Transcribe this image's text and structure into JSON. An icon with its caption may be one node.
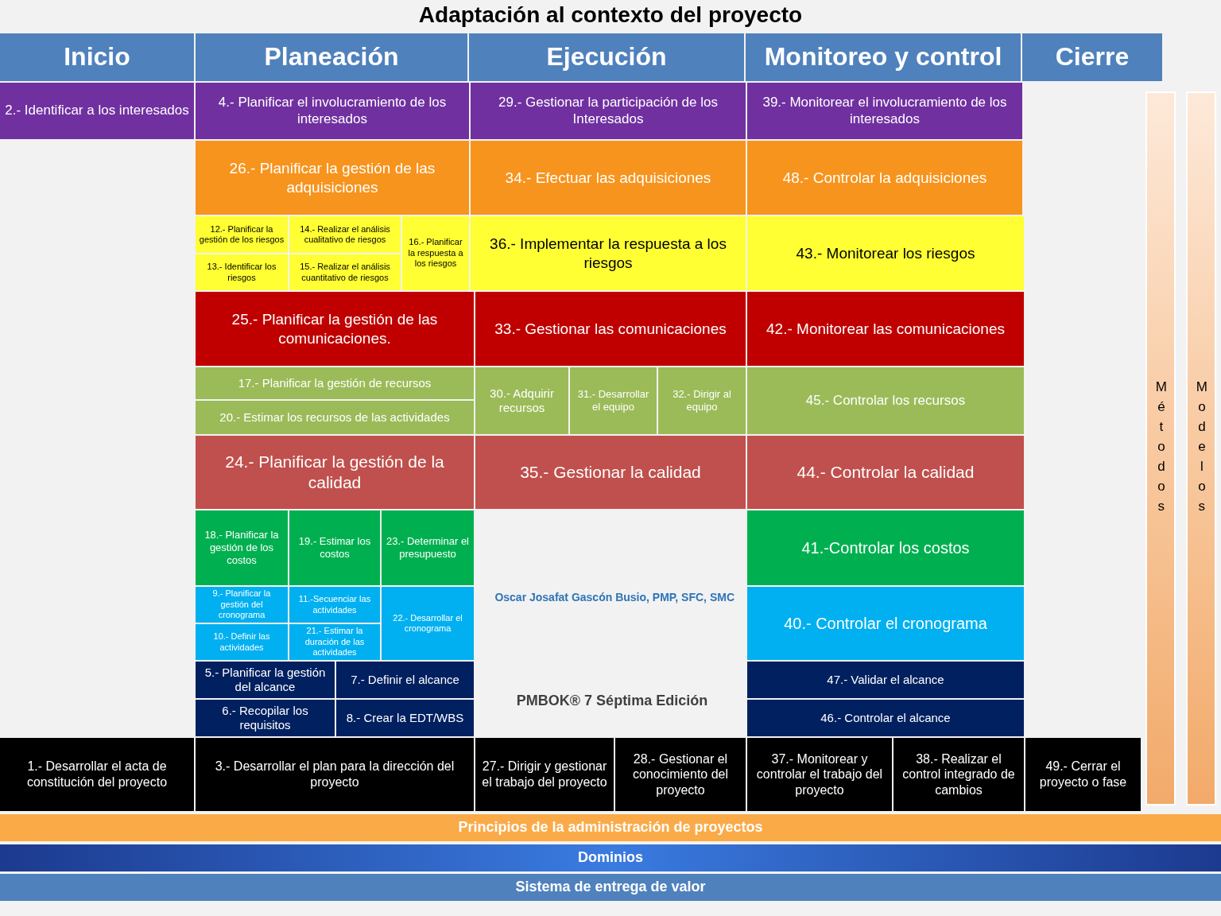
{
  "diagram": {
    "title": "Adaptación al contexto del proyecto",
    "nodes": [
      {
        "text": [
          "Inicio"
        ]
      },
      {
        "text": [
          "Planeación"
        ]
      },
      {
        "text": [
          "Ejecución"
        ]
      },
      {
        "text": [
          "Monitoreo y control"
        ]
      },
      {
        "text": [
          "Cierre"
        ]
      },
      {
        "text": [
          "2.- Identificar a los interesados"
        ]
      },
      {
        "text": [
          "4.- Planificar el involucramiento de los interesados"
        ]
      },
      {
        "text": [
          "29.- Gestionar la participación de los Interesados"
        ]
      },
      {
        "text": [
          "39.- Monitorear el involucramiento de los interesados"
        ]
      },
      {
        "text": [
          "26.- Planificar la gestión de las adquisiciones"
        ]
      },
      {
        "text": [
          "34.- Efectuar las adquisiciones"
        ]
      },
      {
        "text": [
          "48.- Controlar la adquisiciones"
        ]
      },
      {
        "text": [
          "12.- Planificar la gestión de los riesgos"
        ]
      },
      {
        "text": [
          "14.- Realizar el análisis cualitativo de riesgos"
        ]
      },
      {
        "text": [
          "16.- Planificar la respuesta a los riesgos"
        ]
      },
      {
        "text": [
          "36.- Implementar la respuesta a los riesgos"
        ]
      },
      {
        "text": [
          "43.- Monitorear los riesgos"
        ]
      },
      {
        "text": [
          "13.- Identificar los riesgos"
        ]
      },
      {
        "text": [
          "15.- Realizar el análisis cuantitativo de riesgos"
        ]
      },
      {
        "text": [
          "25.- Planificar la gestión de las comunicaciones."
        ]
      },
      {
        "text": [
          "33.- Gestionar las comunicaciones"
        ]
      },
      {
        "text": [
          "42.- Monitorear las comunicaciones"
        ]
      },
      {
        "text": [
          "17.- Planificar la gestión de recursos"
        ]
      },
      {
        "text": [
          "30.- Adquirir recursos"
        ]
      },
      {
        "text": [
          "31.- Desarrollar el equipo"
        ]
      },
      {
        "text": [
          "32.- Dirigir al equipo"
        ]
      },
      {
        "text": [
          "45.- Controlar los recursos"
        ]
      },
      {
        "text": [
          "20.- Estimar los recursos de las actividades"
        ]
      },
      {
        "text": [
          "24.- Planificar la gestión de la calidad"
        ]
      },
      {
        "text": [
          "35.- Gestionar la calidad"
        ]
      },
      {
        "text": [
          "44.- Controlar la calidad"
        ]
      },
      {
        "text": [
          "18.- Planificar la gestión de los costos"
        ]
      },
      {
        "text": [
          "19.- Estimar los costos"
        ]
      },
      {
        "text": [
          "23.- Determinar el presupuesto"
        ]
      },
      {
        "text": [
          "41.-Controlar los costos"
        ]
      },
      {
        "text": [
          "9.- Planificar la gestión del cronograma"
        ]
      },
      {
        "text": [
          "11.-Secuenciar las actividades"
        ]
      },
      {
        "text": [
          "22.- Desarrollar el cronograma"
        ]
      },
      {
        "text": [
          "40.- Controlar el cronograma"
        ]
      },
      {
        "text": [
          "10.- Definir las actividades"
        ]
      },
      {
        "text": [
          "21.- Estimar la duración de las actividades"
        ]
      },
      {
        "text": [
          "5.- Planificar la gestión del alcance"
        ]
      },
      {
        "text": [
          "7.- Definir el alcance"
        ]
      },
      {
        "text": [
          "47.- Validar el alcance"
        ]
      },
      {
        "text": [
          "6.- Recopilar los requisitos"
        ]
      },
      {
        "text": [
          "8.- Crear la EDT/WBS"
        ]
      },
      {
        "text": [
          "46.- Controlar el alcance"
        ]
      },
      {
        "text": [
          "1.- Desarrollar el acta de constitución del proyecto"
        ]
      },
      {
        "text": [
          "3.- Desarrollar el plan para la dirección del proyecto"
        ]
      },
      {
        "text": [
          "27.- Dirigir y gestionar el trabajo del proyecto"
        ]
      },
      {
        "text": [
          "28.- Gestionar el conocimiento del proyecto"
        ]
      },
      {
        "text": [
          "37.- Monitorear y controlar el trabajo del proyecto"
        ]
      },
      {
        "text": [
          "38.- Realizar el control integrado de cambios"
        ]
      },
      {
        "text": [
          "49.- Cerrar el proyecto o fase"
        ]
      },
      {
        "text": [
          "Métodos"
        ]
      },
      {
        "text": [
          "Modelos"
        ]
      },
      {
        "text": [
          "Principios de la administración de proyectos"
        ]
      },
      {
        "text": [
          "Dominios"
        ]
      },
      {
        "text": [
          "Sistema de entrega de valor"
        ]
      }
    ],
    "labels": [
      "Oscar Josafat Gascón Busio, PMP, SFC, SMC",
      "PMBOK® 7 Séptima Edición"
    ]
  }
}
